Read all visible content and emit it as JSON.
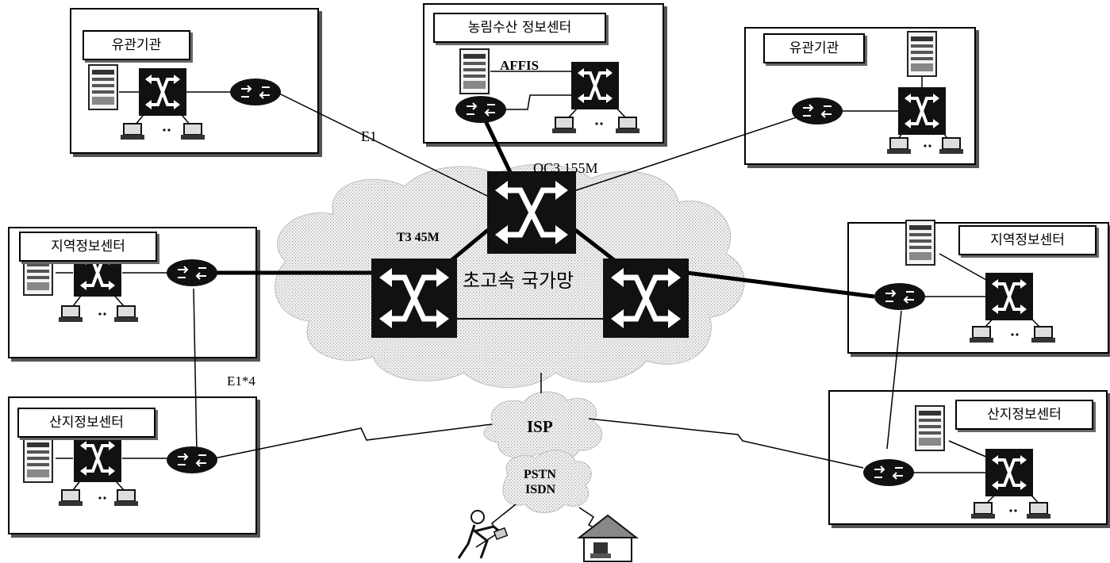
{
  "sites": {
    "affis_center": {
      "title": "농림수산 정보센터",
      "system": "AFFIS"
    },
    "agency_left": {
      "title": "유관기관"
    },
    "agency_right": {
      "title": "유관기관"
    },
    "regional_left": {
      "title": "지역정보센터"
    },
    "regional_right": {
      "title": "지역정보센터"
    },
    "mountain_left": {
      "title": "산지정보센터"
    },
    "mountain_right": {
      "title": "산지정보센터"
    }
  },
  "backbone": {
    "label": "초고속 국가망"
  },
  "links": {
    "e1": "E1",
    "oc3": "OC3 155M",
    "t3": "T3 45M",
    "e1x4": "E1*4"
  },
  "isp": {
    "label": "ISP"
  },
  "pstn": {
    "line1": "PSTN",
    "line2": "ISDN"
  },
  "colors": {
    "device": "#111111",
    "cloud": "#e6e6e6",
    "line": "#000000"
  }
}
